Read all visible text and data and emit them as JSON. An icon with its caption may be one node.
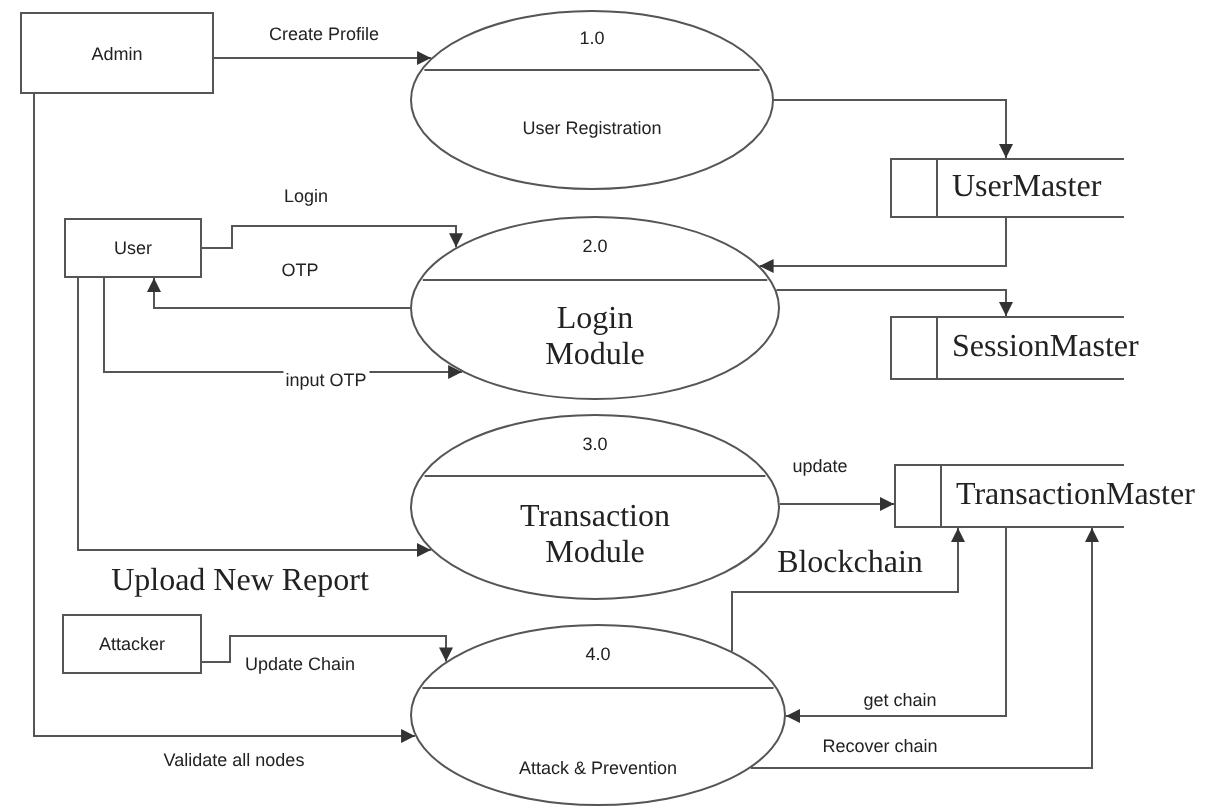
{
  "diagram": {
    "nodes": [
      {
        "text": [
          "Admin"
        ]
      },
      {
        "text": [
          "1.0",
          "User Registration"
        ]
      },
      {
        "text": [
          "UserMaster"
        ]
      },
      {
        "text": [
          "User"
        ]
      },
      {
        "text": [
          "2.0",
          "Login Module"
        ]
      },
      {
        "text": [
          "SessionMaster"
        ]
      },
      {
        "text": [
          "3.0",
          "Transaction Module"
        ]
      },
      {
        "text": [
          "TransactionMaster"
        ]
      },
      {
        "text": [
          "Attacker"
        ]
      },
      {
        "text": [
          "4.0",
          "Attack & Prevention"
        ]
      }
    ],
    "edges": [
      {
        "from": 0,
        "to": 1,
        "arrow": "to",
        "label": "Create Profile"
      },
      {
        "from": 1,
        "to": 2,
        "arrow": "to"
      },
      {
        "from": 2,
        "to": 4,
        "arrow": "to"
      },
      {
        "from": 4,
        "to": 5,
        "arrow": "to"
      },
      {
        "from": 3,
        "to": 4,
        "arrow": "to",
        "label": "Login"
      },
      {
        "from": 4,
        "to": 3,
        "arrow": "to",
        "label": "OTP"
      },
      {
        "from": 3,
        "to": 4,
        "arrow": "to",
        "label": "input OTP"
      },
      {
        "from": 3,
        "to": 6,
        "arrow": "to",
        "label": "Upload New Report"
      },
      {
        "from": 6,
        "to": 7,
        "arrow": "to",
        "label": "update"
      },
      {
        "from": 9,
        "to": 7,
        "arrow": "to"
      },
      {
        "from": 7,
        "to": 9,
        "arrow": "to",
        "label": "get chain"
      },
      {
        "from": 9,
        "to": 7,
        "arrow": "to",
        "label": "Recover chain"
      },
      {
        "from": 8,
        "to": 9,
        "arrow": "to",
        "label": "Update Chain"
      },
      {
        "from": 0,
        "to": 9,
        "arrow": "to",
        "label": "Validate all nodes"
      }
    ],
    "labels": [
      "Blockchain"
    ]
  }
}
